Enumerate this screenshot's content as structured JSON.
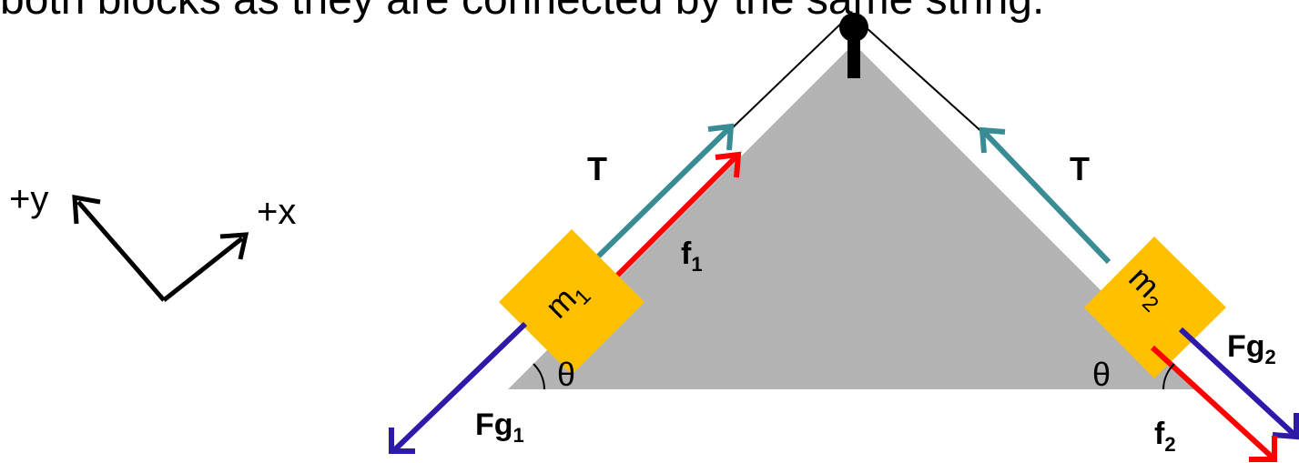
{
  "header_text": "both blocks as they are connected by the same string.",
  "axes": {
    "y_label": "+y",
    "x_label": "+x"
  },
  "blocks": {
    "m1": {
      "base": "m",
      "sub": "1"
    },
    "m2": {
      "base": "m",
      "sub": "2"
    }
  },
  "forces": {
    "tension_left": "T",
    "tension_right": "T",
    "f1": {
      "base": "f",
      "sub": "1"
    },
    "f2": {
      "base": "f",
      "sub": "2"
    },
    "fg1": {
      "base": "Fg",
      "sub": "1"
    },
    "fg2": {
      "base": "Fg",
      "sub": "2"
    }
  },
  "angles": {
    "left": "θ",
    "right": "θ"
  },
  "colors": {
    "incline": "#b3b3b3",
    "block": "#ffc000",
    "tension": "#3a8c94",
    "friction": "#ff0000",
    "gravity": "#2e1aa8",
    "string": "#000000",
    "pulley": "#000000"
  }
}
